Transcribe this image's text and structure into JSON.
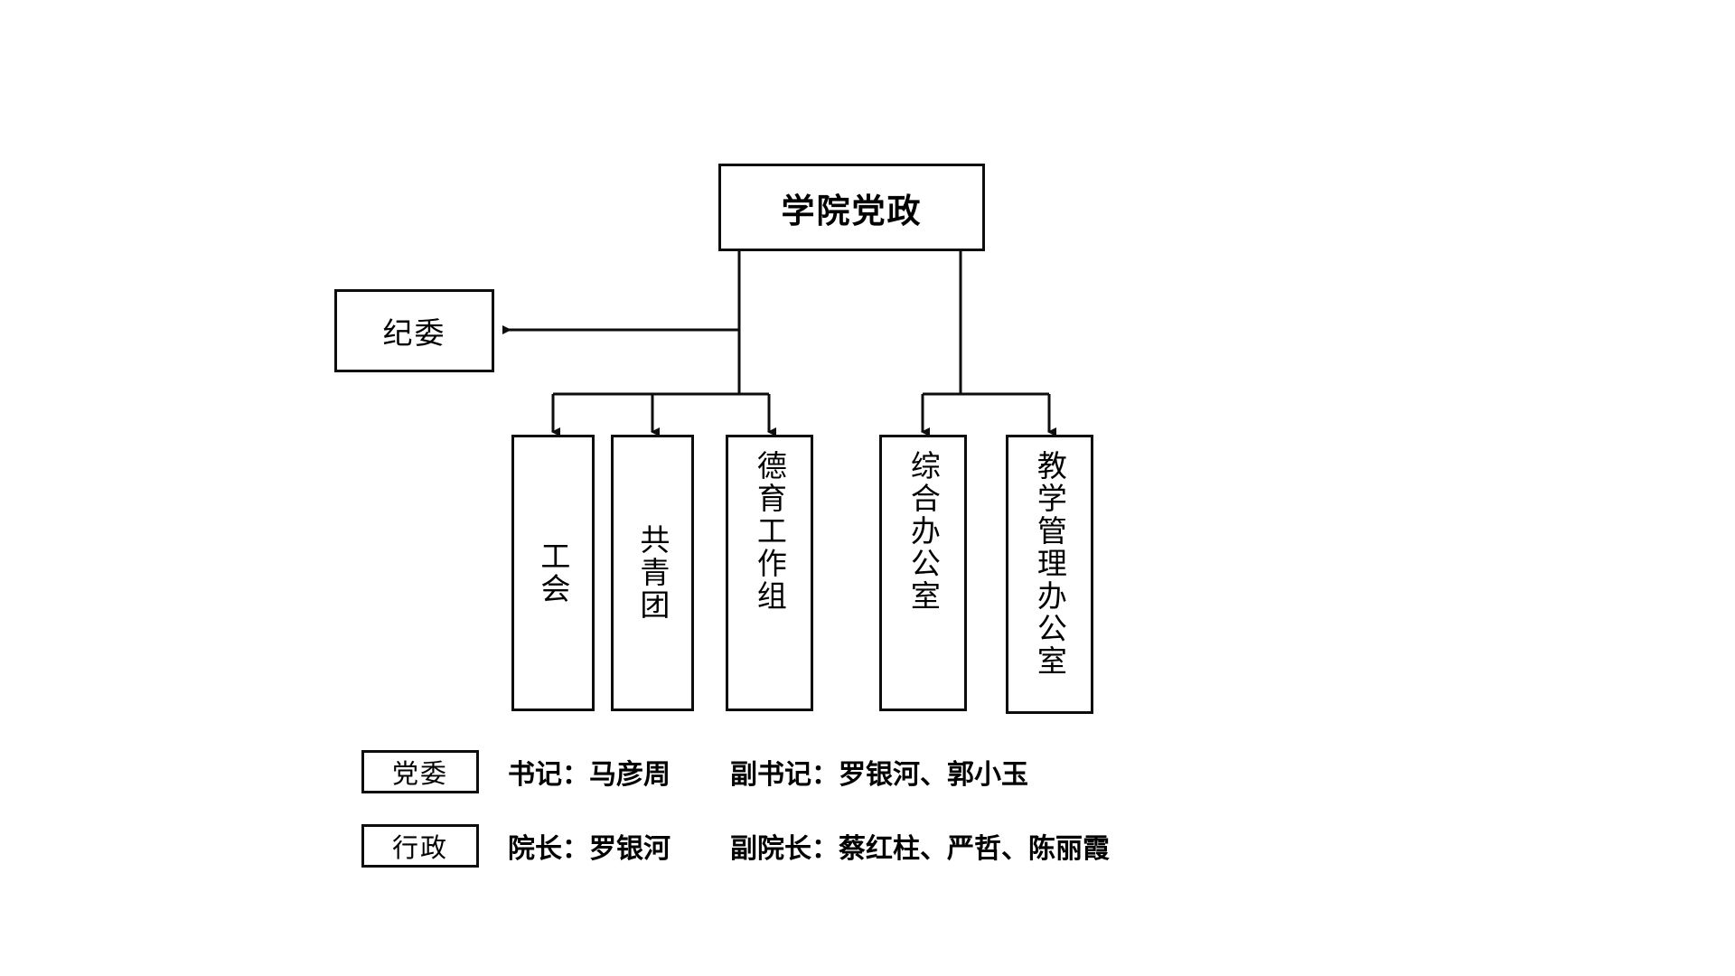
{
  "diagram": {
    "type": "organizational-chart",
    "root": {
      "id": "college-party-admin",
      "label": "学院党政"
    },
    "side_node": {
      "id": "discipline-commission",
      "label": "纪委",
      "relation": "reports-to-root",
      "connector": "horizontal-arrow-left"
    },
    "party_branch_children": [
      {
        "id": "labor-union",
        "label": "工会"
      },
      {
        "id": "youth-league",
        "label": "共青团"
      },
      {
        "id": "moral-education-group",
        "label": "德育工作组"
      }
    ],
    "admin_branch_children": [
      {
        "id": "general-office",
        "label": "综合办公室"
      },
      {
        "id": "teaching-management-office",
        "label": "教学管理办公室"
      }
    ],
    "legend": [
      {
        "id": "party-committee",
        "tag": "党委",
        "primary": "书记：马彦周",
        "secondary": "副书记：罗银河、郭小玉"
      },
      {
        "id": "administration",
        "tag": "行政",
        "primary": "院长：罗银河",
        "secondary": "副院长：蔡红柱、严哲、陈丽霞"
      }
    ],
    "colors": {
      "stroke": "#0d0d0d",
      "fill": "#ffffff",
      "text": "#000000"
    }
  }
}
